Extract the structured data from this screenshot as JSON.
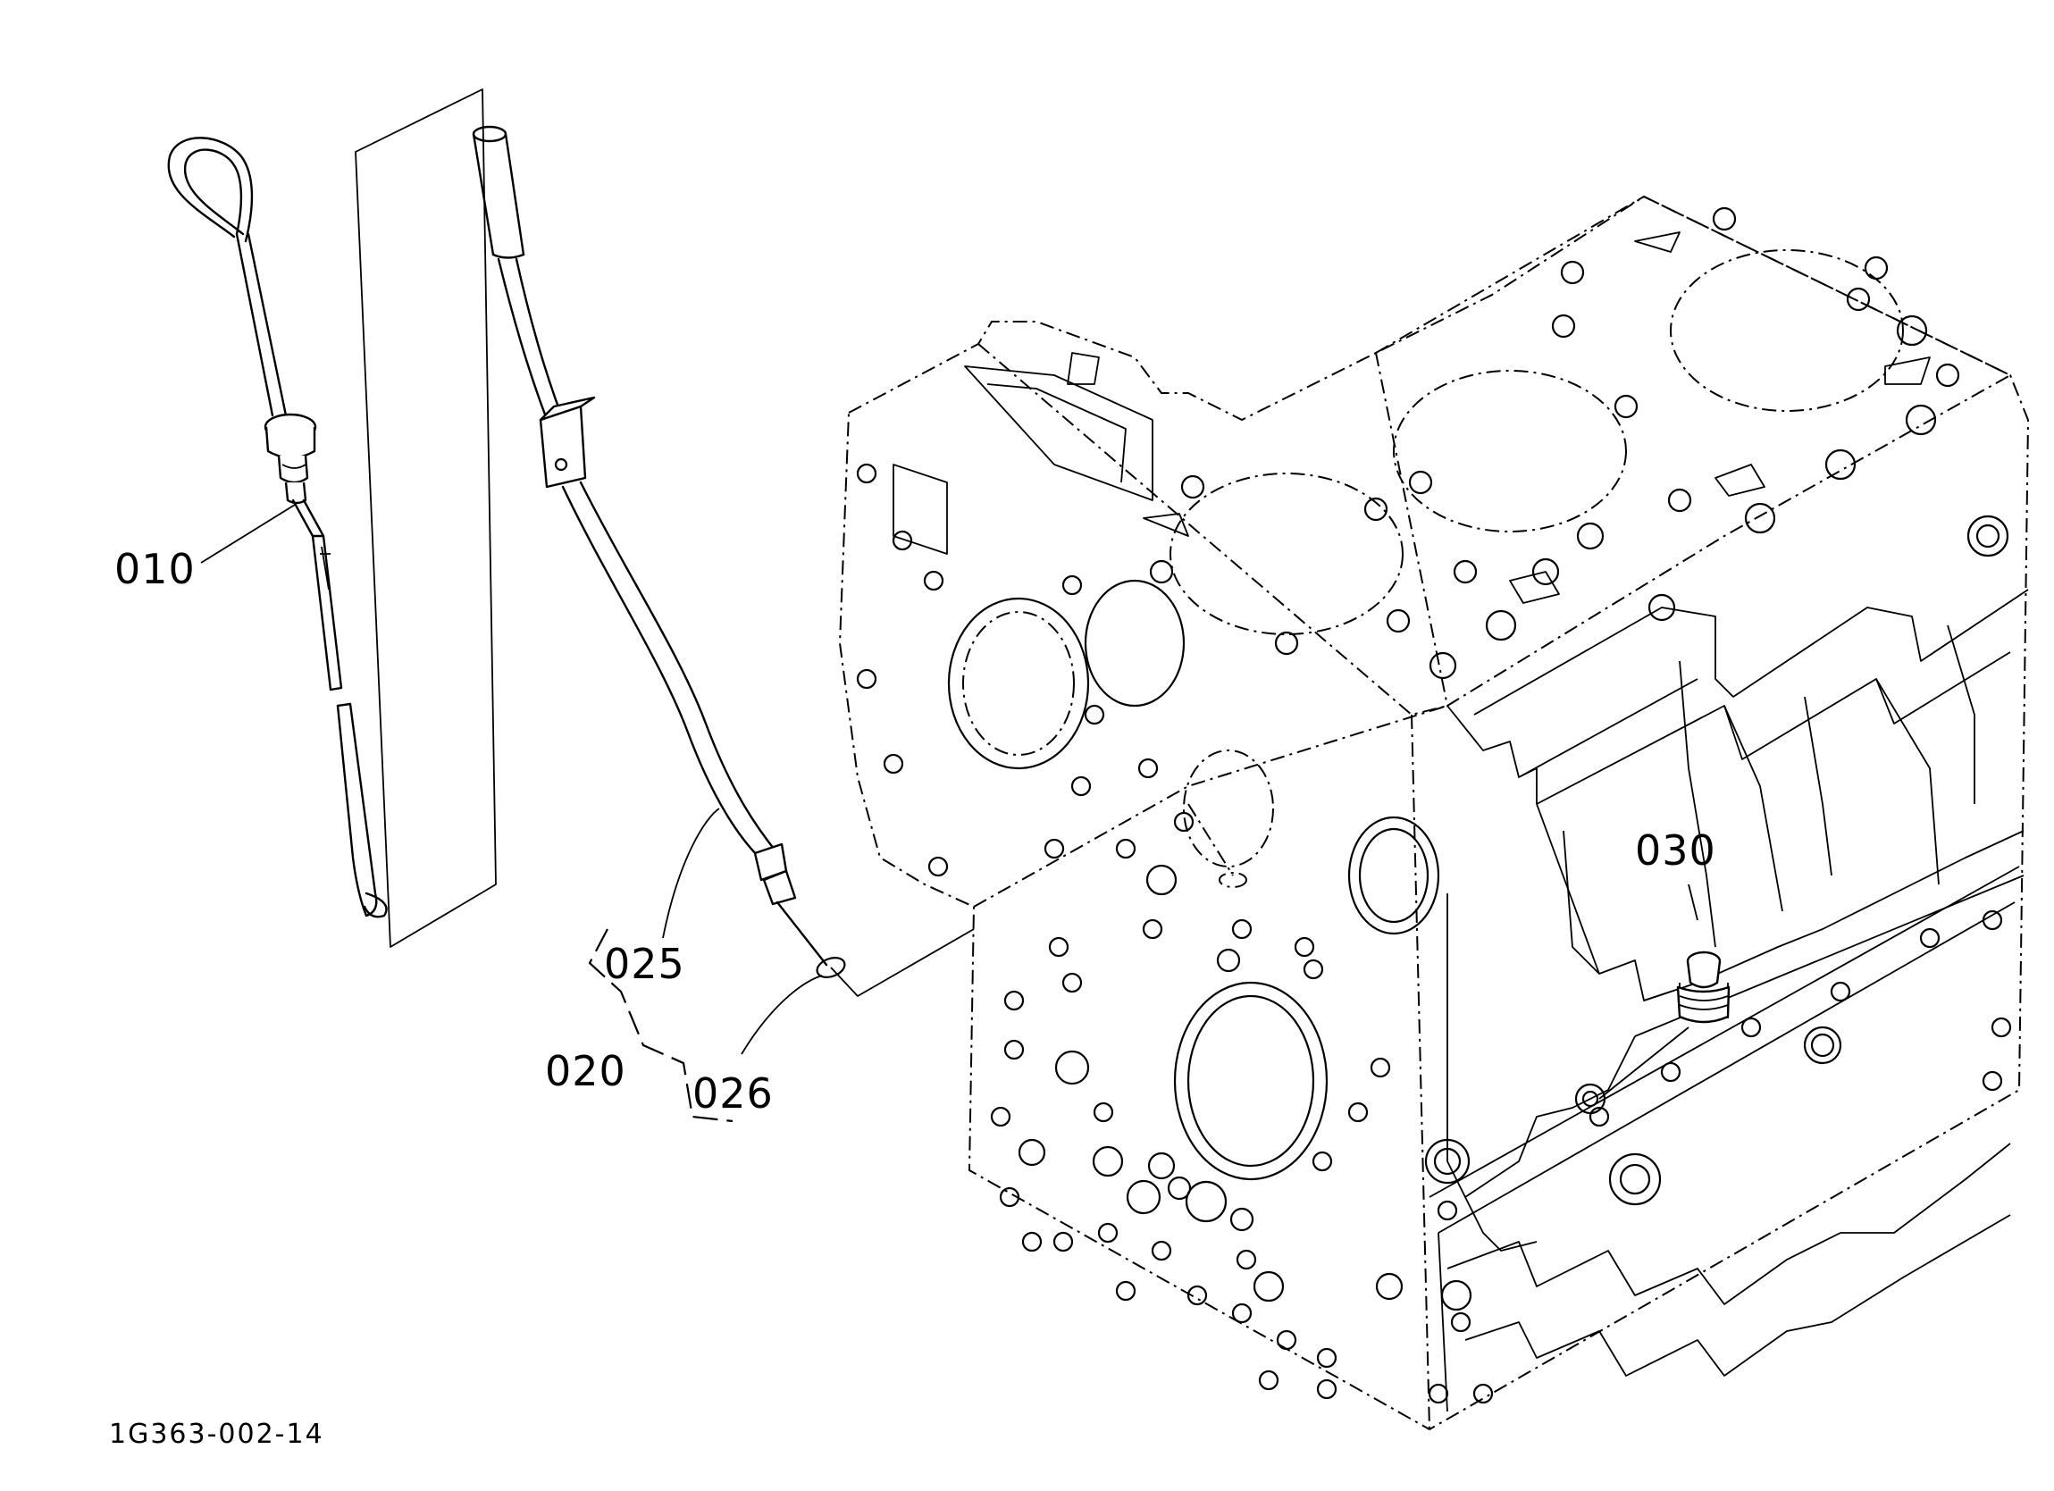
{
  "diagram": {
    "drawing_code": "1G363-002-14",
    "callouts": [
      {
        "id": "010",
        "text": "010"
      },
      {
        "id": "020",
        "text": "020"
      },
      {
        "id": "025",
        "text": "025"
      },
      {
        "id": "026",
        "text": "026"
      },
      {
        "id": "030",
        "text": "030"
      }
    ],
    "icons": [
      "oil-dipstick-icon",
      "dipstick-guide-pipe-icon",
      "o-ring-icon",
      "plug-bolt-icon",
      "engine-block-icon"
    ]
  }
}
